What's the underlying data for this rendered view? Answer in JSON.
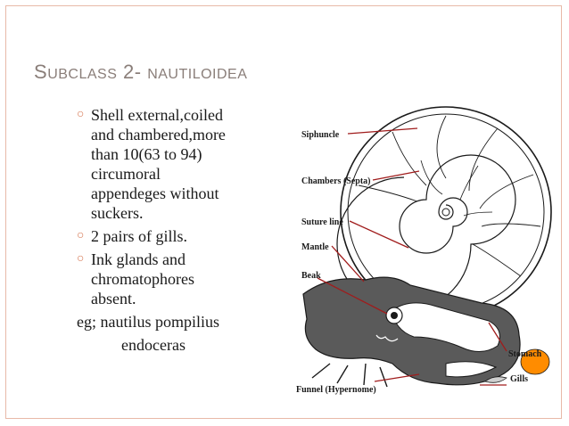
{
  "slide": {
    "title_first_big": "S",
    "title_first_rest": "UBCLASS",
    "title_num": " 2- ",
    "title_second_big": "N",
    "title_second_rest": "AUTILOIDEA"
  },
  "bullets": [
    {
      "lines": [
        "Shell external,coiled",
        "and chambered,more",
        "than 10(63 to 94)",
        "circumoral",
        "appendeges without",
        "suckers."
      ]
    },
    {
      "lines": [
        "2  pairs of gills."
      ]
    },
    {
      "lines": [
        "Ink glands and",
        "chromatophores",
        "absent."
      ]
    }
  ],
  "example": {
    "line1": "eg; nautilus pompilius",
    "line2": "endoceras"
  },
  "bullet_icon": "hollow-circle-bullet",
  "colors": {
    "accent": "#d5744f",
    "title": "#8a7e79",
    "frame": "#e8b9a8",
    "label_line": "#a01c1c",
    "body_shade": "#5a5a5a",
    "stomach_fill": "#ff8c00"
  },
  "diagram": {
    "labels": {
      "siphuncle": "Siphuncle",
      "chambers": "Chambers (Septa)",
      "suture": "Suture line",
      "mantle": "Mantle",
      "beak": "Beak",
      "funnel": "Funnel (Hypernome)",
      "stomach": "Stomach",
      "gills": "Gills"
    }
  }
}
